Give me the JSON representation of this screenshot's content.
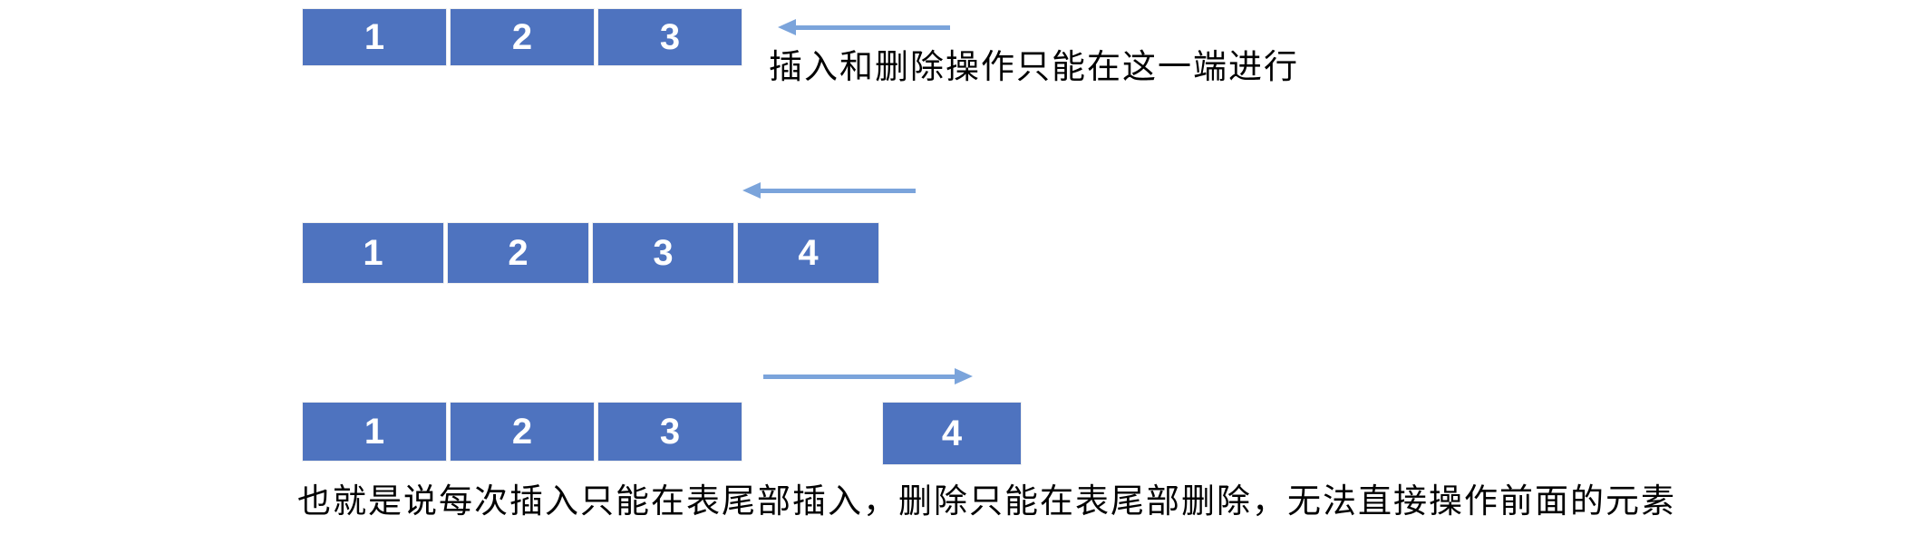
{
  "colors": {
    "box_fill": "#4e73bf",
    "box_number_text": "#ffffff",
    "arrow": "#7ba4db",
    "caption_text": "#000000"
  },
  "rows": [
    {
      "cells": [
        "1",
        "2",
        "3"
      ],
      "arrow": "left",
      "caption": "插入和删除操作只能在这一端进行"
    },
    {
      "cells": [
        "1",
        "2",
        "3",
        "4"
      ],
      "arrow": "left"
    },
    {
      "cells": [
        "1",
        "2",
        "3"
      ],
      "detached_cell": "4",
      "arrow": "right"
    }
  ],
  "footer_caption": "也就是说每次插入只能在表尾部插入，删除只能在表尾部删除，无法直接操作前面的元素"
}
